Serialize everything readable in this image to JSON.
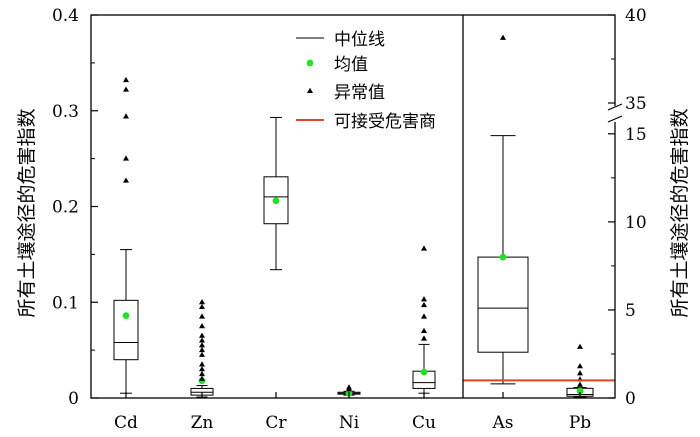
{
  "chart_data": {
    "type": "box",
    "ylabel_left": "所有土壤途径的危害指数",
    "ylabel_right": "所有土壤途径的危害指数",
    "left_axis": {
      "ylim": [
        0,
        0.4
      ],
      "ticks": [
        0,
        0.1,
        0.2,
        0.3,
        0.4
      ],
      "tick_labels": [
        "0",
        "0.1",
        "0.2",
        "0.3",
        "0.4"
      ]
    },
    "right_axis": {
      "break_at": 15.5,
      "lower_ticks": [
        0,
        5,
        10,
        15
      ],
      "lower_tick_labels": [
        "0",
        "5",
        "10",
        "15"
      ],
      "upper_ticks": [
        35,
        40
      ],
      "upper_tick_labels": [
        "35",
        "40"
      ]
    },
    "legend": {
      "median": "中位线",
      "mean": "均值",
      "outlier": "异常值",
      "threshold": "可接受危害商"
    },
    "threshold": {
      "value": 1,
      "axis": "right",
      "color": "#d9472b"
    },
    "mean_color": "#22e022",
    "left_groups": [
      {
        "name": "Cd",
        "whisker_low": 0.005,
        "q1": 0.04,
        "median": 0.058,
        "q3": 0.102,
        "whisker_high": 0.155,
        "mean": 0.086,
        "outliers": [
          0.227,
          0.25,
          0.294,
          0.322,
          0.332
        ]
      },
      {
        "name": "Zn",
        "whisker_low": 0.001,
        "q1": 0.003,
        "median": 0.006,
        "q3": 0.01,
        "whisker_high": 0.013,
        "mean": 0.018,
        "outliers": [
          0.02,
          0.025,
          0.03,
          0.035,
          0.045,
          0.05,
          0.055,
          0.06,
          0.065,
          0.075,
          0.085,
          0.095,
          0.1
        ]
      },
      {
        "name": "Cr",
        "whisker_low": 0.134,
        "q1": 0.182,
        "median": 0.21,
        "q3": 0.231,
        "whisker_high": 0.293,
        "mean": 0.206,
        "outliers": []
      },
      {
        "name": "Ni",
        "whisker_low": 0.003,
        "q1": 0.004,
        "median": 0.005,
        "q3": 0.006,
        "whisker_high": 0.007,
        "mean": 0.005,
        "outliers": [
          0.009,
          0.011
        ]
      },
      {
        "name": "Cu",
        "whisker_low": 0.005,
        "q1": 0.01,
        "median": 0.016,
        "q3": 0.028,
        "whisker_high": 0.056,
        "mean": 0.027,
        "outliers": [
          0.062,
          0.07,
          0.085,
          0.097,
          0.103,
          0.156
        ]
      }
    ],
    "right_groups": [
      {
        "name": "As",
        "whisker_low": 0.8,
        "q1": 2.6,
        "median": 5.1,
        "q3": 8.0,
        "whisker_high": 14.9,
        "mean": 8.0,
        "outliers": [
          38.7
        ]
      },
      {
        "name": "Pb",
        "whisker_low": 0.05,
        "q1": 0.1,
        "median": 0.2,
        "q3": 0.55,
        "whisker_high": 0.6,
        "mean": 0.4,
        "outliers": [
          0.75,
          1.05,
          1.4,
          1.8,
          2.9
        ]
      }
    ]
  }
}
